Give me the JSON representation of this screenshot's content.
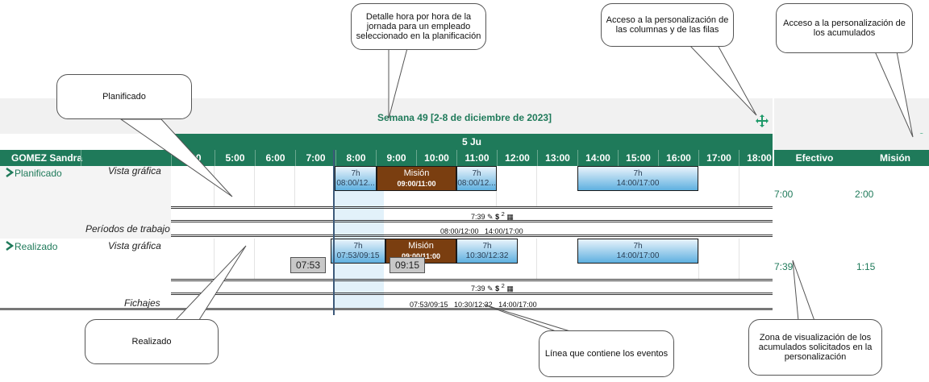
{
  "header": {
    "week_title": "Semana 49 [2-8 de diciembre de 2023]",
    "day_label": "5 Ju",
    "employee": "GOMEZ Sandra",
    "hours": [
      "4:00",
      "5:00",
      "6:00",
      "7:00",
      "8:00",
      "9:00",
      "10:00",
      "11:00",
      "12:00",
      "13:00",
      "14:00",
      "15:00",
      "16:00",
      "17:00",
      "18:00"
    ],
    "accum_headers": [
      "Efectivo",
      "Misión"
    ]
  },
  "planned": {
    "section": "Planificado",
    "view_label": "Vista gráfica",
    "blocks": [
      {
        "type": "blue",
        "title": "7h",
        "time": "08:00/12..."
      },
      {
        "type": "brown",
        "title": "Misión",
        "time": "09:00/11:00"
      },
      {
        "type": "blue",
        "title": "7h",
        "time": "08:00/12..."
      },
      {
        "type": "blue",
        "title": "7h",
        "time": "14:00/17:00"
      }
    ],
    "events_line": "7:39",
    "events_count": "2",
    "periods_label": "Períodos de trabajo",
    "periods_text": "08:00/12:00   14:00/17:00",
    "accum": [
      "7:00",
      "2:00"
    ]
  },
  "actual": {
    "section": "Realizado",
    "view_label": "Vista gráfica",
    "blocks": [
      {
        "type": "blue",
        "title": "7h",
        "time": "07:53/09:15"
      },
      {
        "type": "brown",
        "title": "Misión",
        "time": "09:00/11:00"
      },
      {
        "type": "blue",
        "title": "7h",
        "time": "10:30/12:32"
      },
      {
        "type": "blue",
        "title": "7h",
        "time": "14:00/17:00"
      }
    ],
    "tag_start": "07:53",
    "tag_end": "09:15",
    "events_line": "7:39",
    "events_count": "2",
    "clock_label": "Fichajes",
    "clock_text": "07:53/09:15   10:30/12:32   14:00/17:00",
    "accum": [
      "7:39",
      "1:15"
    ]
  },
  "callouts": {
    "planned": "Planificado",
    "hourly": "Detalle hora por hora de la jornada para un empleado seleccionado en la planificación",
    "columns": "Acceso a la personalización de las columnas y de las filas",
    "accum": "Acceso a la personalización de los acumulados",
    "actual": "Realizado",
    "events": "Línea que contiene los eventos",
    "zone": "Zona de visualización de los acumulados solicitados en la personalización"
  },
  "colors": {
    "green": "#1f7a5a",
    "brown": "#7a3e10",
    "blue": "#5fb0e0"
  }
}
